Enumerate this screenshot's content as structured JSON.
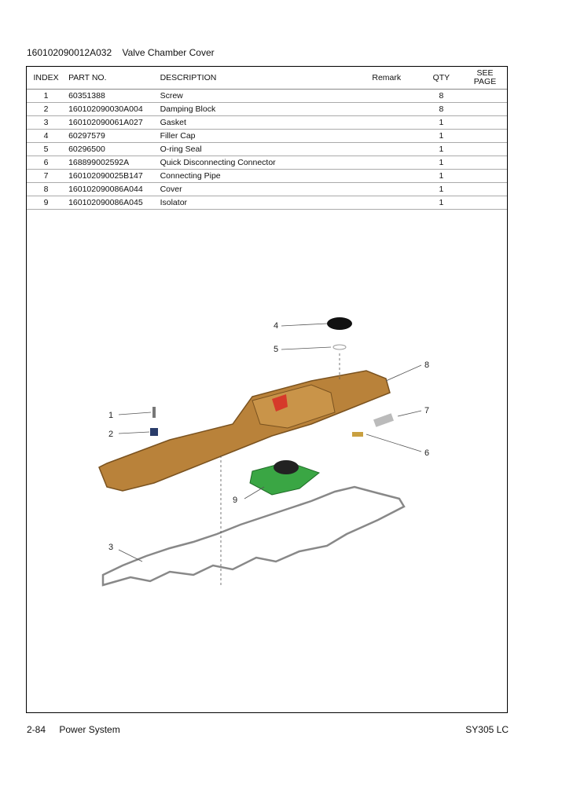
{
  "header": {
    "code": "160102090012A032",
    "title": "Valve Chamber Cover"
  },
  "table": {
    "columns": {
      "index": "INDEX",
      "part_no": "PART NO.",
      "description": "DESCRIPTION",
      "remark": "Remark",
      "qty": "QTY",
      "see_page_1": "SEE",
      "see_page_2": "PAGE"
    },
    "rows": [
      {
        "index": "1",
        "part_no": "60351388",
        "description": "Screw",
        "remark": "",
        "qty": "8",
        "see": ""
      },
      {
        "index": "2",
        "part_no": "160102090030A004",
        "description": "Damping Block",
        "remark": "",
        "qty": "8",
        "see": ""
      },
      {
        "index": "3",
        "part_no": "160102090061A027",
        "description": "Gasket",
        "remark": "",
        "qty": "1",
        "see": ""
      },
      {
        "index": "4",
        "part_no": "60297579",
        "description": "Filler Cap",
        "remark": "",
        "qty": "1",
        "see": ""
      },
      {
        "index": "5",
        "part_no": "60296500",
        "description": "O-ring Seal",
        "remark": "",
        "qty": "1",
        "see": ""
      },
      {
        "index": "6",
        "part_no": "168899002592A",
        "description": "Quick Disconnecting Connector",
        "remark": "",
        "qty": "1",
        "see": ""
      },
      {
        "index": "7",
        "part_no": "160102090025B147",
        "description": "Connecting Pipe",
        "remark": "",
        "qty": "1",
        "see": ""
      },
      {
        "index": "8",
        "part_no": "160102090086A044",
        "description": "Cover",
        "remark": "",
        "qty": "1",
        "see": ""
      },
      {
        "index": "9",
        "part_no": "160102090086A045",
        "description": "Isolator",
        "remark": "",
        "qty": "1",
        "see": ""
      }
    ]
  },
  "diagram": {
    "callouts": {
      "c1": "1",
      "c2": "2",
      "c3": "3",
      "c4": "4",
      "c5": "5",
      "c6": "6",
      "c7": "7",
      "c8": "8",
      "c9": "9"
    },
    "colors": {
      "cover": "#b9823a",
      "isolator": "#3aa644",
      "cap": "#111111",
      "logo": "#d63a2a",
      "gasket": "#888888"
    }
  },
  "footer": {
    "page": "2-84",
    "section": "Power System",
    "model": "SY305 LC"
  }
}
